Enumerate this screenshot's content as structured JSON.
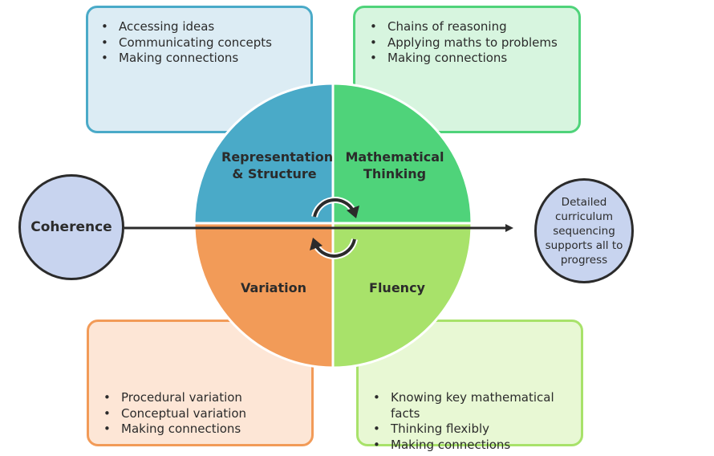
{
  "boxes": {
    "representation": [
      "Accessing ideas",
      "Communicating concepts",
      "Making connections"
    ],
    "thinking": [
      "Chains of reasoning",
      "Applying maths to problems",
      "Making connections"
    ],
    "variation": [
      "Procedural variation",
      "Conceptual variation",
      "Making connections"
    ],
    "fluency": [
      "Knowing key mathematical facts",
      "Thinking flexibly",
      "Making connections"
    ]
  },
  "quadrants": {
    "representation": [
      "Representation",
      "& Structure"
    ],
    "thinking": [
      "Mathematical",
      "Thinking"
    ],
    "variation": "Variation",
    "fluency": "Fluency"
  },
  "left_circle": "Coherence",
  "right_circle": "Detailed curriculum sequencing supports all to progress",
  "colors": {
    "representation": "#4aaac8",
    "thinking": "#4fd37a",
    "variation": "#f29b58",
    "fluency": "#a8e26a",
    "circles": "#c8d4ef",
    "arrow": "#2b2b2b"
  }
}
